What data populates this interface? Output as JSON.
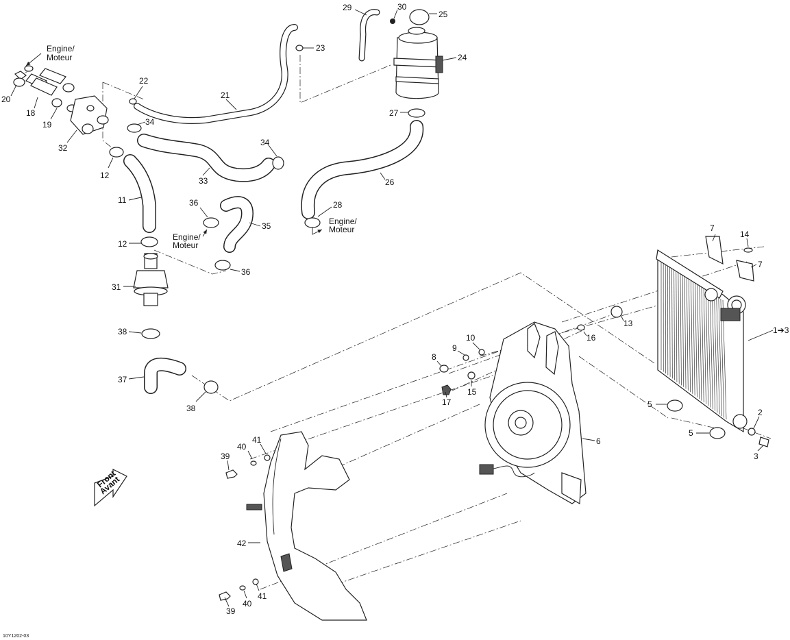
{
  "diagram": {
    "drawing_code": "10Y1202-03",
    "notes": {
      "engine_top_line1": "Engine/",
      "engine_top_line2": "Moteur",
      "engine_mid_line1": "Engine/",
      "engine_mid_line2": "Moteur",
      "engine_right_line1": "Engine/",
      "engine_right_line2": "Moteur",
      "front_line1": "Front",
      "front_line2": "Avant"
    },
    "callouts": [
      "20",
      "18",
      "19",
      "32",
      "22",
      "21",
      "23",
      "29",
      "30",
      "25",
      "24",
      "27",
      "34",
      "33",
      "12",
      "11",
      "36",
      "35",
      "26",
      "28",
      "31",
      "38",
      "37",
      "10",
      "9",
      "8",
      "15",
      "17",
      "16",
      "13",
      "7",
      "14",
      "1➔3",
      "5",
      "2",
      "3",
      "6",
      "39",
      "40",
      "41",
      "42"
    ]
  }
}
